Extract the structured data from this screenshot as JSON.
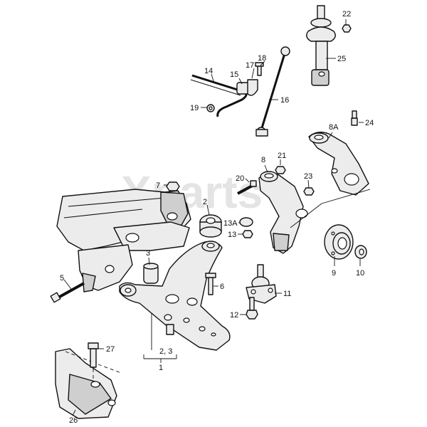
{
  "watermark": "Xparts",
  "callouts": {
    "c1": "1",
    "c2": "2",
    "c2_3": "2, 3",
    "c3": "3",
    "c5": "5",
    "c6": "6",
    "c7": "7",
    "c8": "8",
    "c8a": "8A",
    "c9": "9",
    "c10": "10",
    "c11": "11",
    "c12": "12",
    "c13": "13",
    "c13a": "13A",
    "c14": "14",
    "c15": "15",
    "c16": "16",
    "c17": "17",
    "c18": "18",
    "c19": "19",
    "c20": "20",
    "c21": "21",
    "c22": "22",
    "c23": "23",
    "c24": "24",
    "c25": "25",
    "c26": "26",
    "c27": "27"
  }
}
